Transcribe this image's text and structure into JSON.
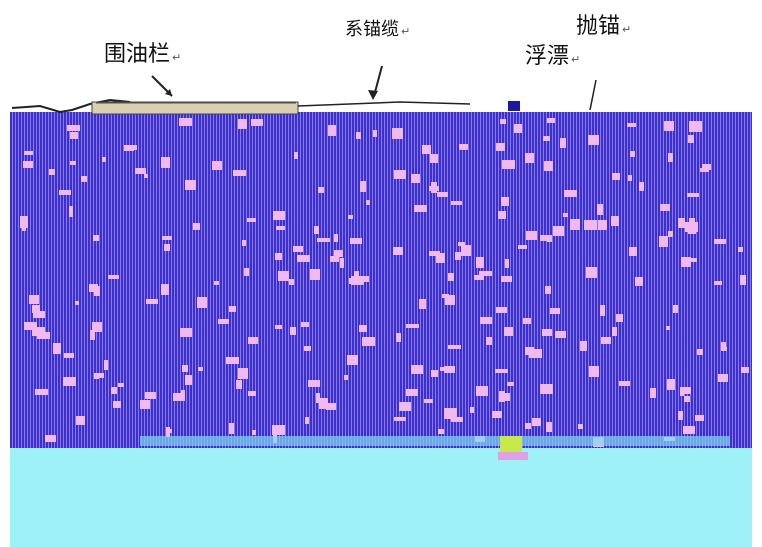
{
  "labels": {
    "boom": "围油栏",
    "mooring": "系锚缆",
    "anchor": "抛锚",
    "float": "浮漂",
    "return_mark": "↵"
  },
  "colors": {
    "water": "#5a3fd6",
    "water_speckle": "#f2b8f0",
    "seabed": "#9ef2f7",
    "boom": "#d8d0b0",
    "buoy": "#1a1aa0",
    "line": "#222222"
  },
  "icons": {
    "arrow": "arrow-down-icon"
  }
}
